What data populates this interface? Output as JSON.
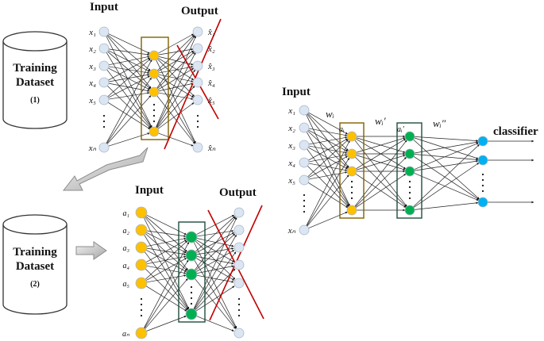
{
  "panel1": {
    "cylinder_title": "Training Dataset",
    "cylinder_number": "(1)",
    "input_label": "Input",
    "output_label": "Output",
    "inputs": [
      "x₁",
      "x₂",
      "x₃",
      "x₄",
      "x₅",
      "xₙ"
    ],
    "outputs": [
      "x̂₁",
      "x̂₂",
      "x̂₃",
      "x̂₄",
      "x̂₅",
      "x̂ₙ"
    ]
  },
  "panel2": {
    "cylinder_title": "Training Dataset",
    "cylinder_number": "(2)",
    "input_label": "Input",
    "output_label": "Output",
    "inputs": [
      "a₁",
      "a₂",
      "a₃",
      "a₄",
      "a₅",
      "aₙ"
    ]
  },
  "panel3": {
    "input_label": "Input",
    "classifier_label": "classifier",
    "inputs": [
      "x₁",
      "x₂",
      "x₃",
      "x₄",
      "x₅",
      "xₙ"
    ],
    "weights": [
      "wᵢ",
      "wᵢ′",
      "wᵢ″"
    ],
    "hidden_labels": [
      "aᵢ",
      "aᵢ′"
    ]
  },
  "colors": {
    "input_node": "#dbe6f2",
    "hidden1_node": "#ffc000",
    "hidden2_node": "#00b050",
    "output_node": "#00b0f0",
    "box1": "#7f6000",
    "box2": "#1f4e3d",
    "cross_line": "#c00000"
  }
}
